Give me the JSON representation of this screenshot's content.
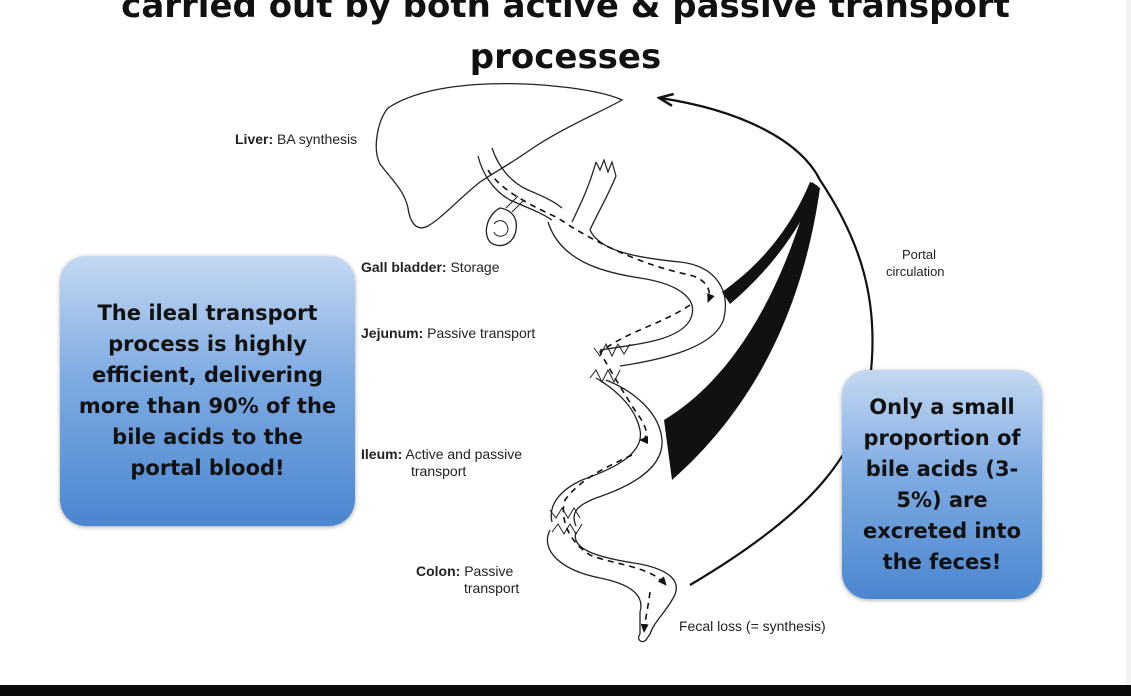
{
  "title": {
    "line1": "carried out by both active & passive transport",
    "line2": "processes"
  },
  "labels": {
    "liver": {
      "bold": "Liver:",
      "text": " BA synthesis"
    },
    "gallbladder": {
      "bold": "Gall bladder:",
      "text": " Storage"
    },
    "jejunum": {
      "bold": "Jejunum:",
      "text": " Passive transport"
    },
    "ileum": {
      "bold": "Ileum:",
      "text": " Active and passive",
      "text2": "transport"
    },
    "colon": {
      "bold": "Colon:",
      "text": " Passive",
      "text2": "transport"
    },
    "portal": {
      "line1": "Portal",
      "line2": "circulation"
    },
    "fecal": "Fecal loss (= synthesis)"
  },
  "callouts": {
    "left": "The ileal transport process is highly efficient, delivering more than 90% of the bile acids to the portal blood!",
    "right": "Only a small proportion of bile acids (3-5%) are excreted into the feces!"
  },
  "colors": {
    "callout_top": "#c4d8f2",
    "callout_bottom": "#4a86d0",
    "ink": "#111111"
  }
}
